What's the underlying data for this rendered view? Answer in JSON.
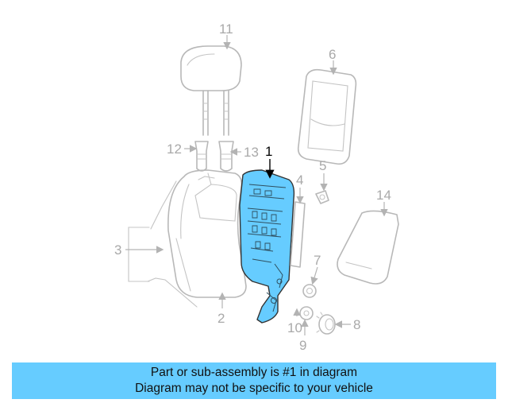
{
  "diagram": {
    "highlight_color": "#66ccff",
    "outline_color": "#b8b8b8",
    "callouts": [
      {
        "id": "c1",
        "label": "1",
        "highlighted": true
      },
      {
        "id": "c2",
        "label": "2"
      },
      {
        "id": "c3",
        "label": "3"
      },
      {
        "id": "c4",
        "label": "4"
      },
      {
        "id": "c5",
        "label": "5"
      },
      {
        "id": "c6",
        "label": "6"
      },
      {
        "id": "c7",
        "label": "7"
      },
      {
        "id": "c8",
        "label": "8"
      },
      {
        "id": "c9",
        "label": "9"
      },
      {
        "id": "c10",
        "label": "10"
      },
      {
        "id": "c11",
        "label": "11"
      },
      {
        "id": "c12",
        "label": "12"
      },
      {
        "id": "c13",
        "label": "13"
      },
      {
        "id": "c14",
        "label": "14"
      }
    ]
  },
  "banner": {
    "line1": "Part or sub-assembly is #1 in diagram",
    "line2": "Diagram may not be specific to your vehicle",
    "background": "#66ccff"
  }
}
